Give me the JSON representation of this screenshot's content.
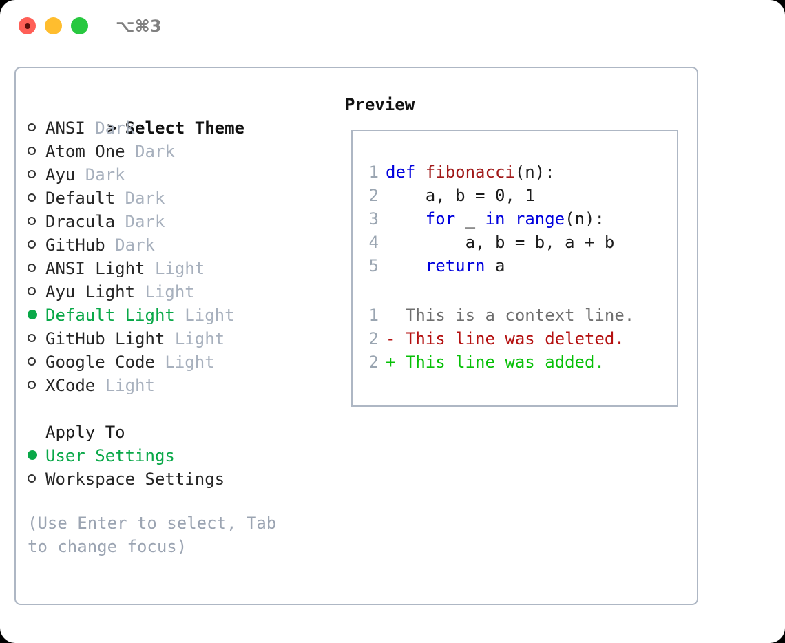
{
  "titlebar": {
    "shortcut": "⌥⌘3",
    "lights": [
      "close-light",
      "minimize-light",
      "maximize-light"
    ]
  },
  "theme_list": {
    "header_marker": ">",
    "header": "Select Theme",
    "items": [
      {
        "marker": "ring",
        "label": "ANSI",
        "tag": "Dark",
        "selected": false
      },
      {
        "marker": "ring",
        "label": "Atom One",
        "tag": "Dark",
        "selected": false
      },
      {
        "marker": "ring",
        "label": "Ayu",
        "tag": "Dark",
        "selected": false
      },
      {
        "marker": "ring",
        "label": "Default",
        "tag": "Dark",
        "selected": false
      },
      {
        "marker": "ring",
        "label": "Dracula",
        "tag": "Dark",
        "selected": false
      },
      {
        "marker": "ring",
        "label": "GitHub",
        "tag": "Dark",
        "selected": false
      },
      {
        "marker": "ring",
        "label": "ANSI Light",
        "tag": "Light",
        "selected": false
      },
      {
        "marker": "ring",
        "label": "Ayu Light",
        "tag": "Light",
        "selected": false
      },
      {
        "marker": "dot",
        "label": "Default Light",
        "tag": "Light",
        "selected": true
      },
      {
        "marker": "ring",
        "label": "GitHub Light",
        "tag": "Light",
        "selected": false
      },
      {
        "marker": "ring",
        "label": "Google Code",
        "tag": "Light",
        "selected": false
      },
      {
        "marker": "ring",
        "label": "XCode",
        "tag": "Light",
        "selected": false
      }
    ]
  },
  "apply_to": {
    "header": "Apply To",
    "options": [
      {
        "marker": "dot",
        "label": "User Settings",
        "selected": true
      },
      {
        "marker": "ring",
        "label": "Workspace Settings",
        "selected": false
      }
    ]
  },
  "hint": "(Use Enter to select, Tab to change focus)",
  "preview": {
    "title": "Preview",
    "code_lines": [
      {
        "no": "1",
        "tokens": [
          {
            "t": "def ",
            "c": "kw"
          },
          {
            "t": "fibonacci",
            "c": "fn"
          },
          {
            "t": "(n):",
            "c": "plain"
          }
        ]
      },
      {
        "no": "2",
        "tokens": [
          {
            "t": "    a, b = 0, 1",
            "c": "plain"
          }
        ]
      },
      {
        "no": "3",
        "tokens": [
          {
            "t": "    ",
            "c": "plain"
          },
          {
            "t": "for",
            "c": "kw"
          },
          {
            "t": " _ ",
            "c": "plain"
          },
          {
            "t": "in",
            "c": "kw"
          },
          {
            "t": " ",
            "c": "plain"
          },
          {
            "t": "range",
            "c": "kw"
          },
          {
            "t": "(n):",
            "c": "plain"
          }
        ]
      },
      {
        "no": "4",
        "tokens": [
          {
            "t": "        a, b = b, a + b",
            "c": "plain"
          }
        ]
      },
      {
        "no": "5",
        "tokens": [
          {
            "t": "    ",
            "c": "plain"
          },
          {
            "t": "return",
            "c": "kw"
          },
          {
            "t": " a",
            "c": "plain"
          }
        ]
      }
    ],
    "diff_lines": [
      {
        "no": "1",
        "sign": " ",
        "text": " This is a context line.",
        "kind": "ctx"
      },
      {
        "no": "2",
        "sign": "-",
        "text": " This line was deleted.",
        "kind": "del"
      },
      {
        "no": "2",
        "sign": "+",
        "text": " This line was added.",
        "kind": "add"
      }
    ]
  },
  "colors": {
    "selection_green": "#09a848",
    "tag_grey": "#a7b0bd",
    "keyword_blue": "#0000dd",
    "function_red": "#a01818",
    "diff_deleted": "#b41010",
    "diff_added": "#07c007",
    "border": "#aeb7c4",
    "light_red": "#ff5f57",
    "light_yellow": "#ffbd2e",
    "light_green": "#28c840"
  }
}
